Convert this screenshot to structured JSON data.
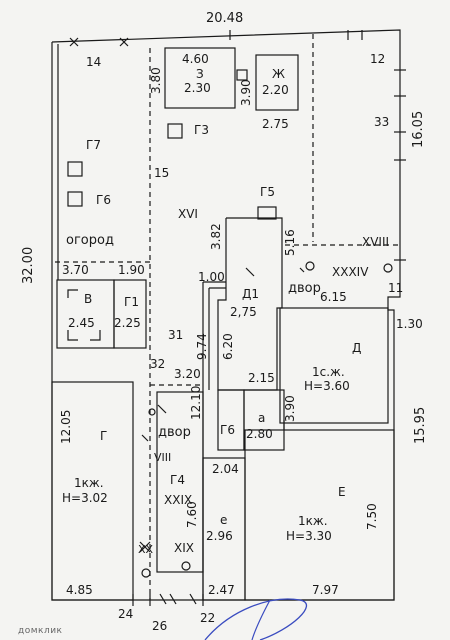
{
  "dims": {
    "top_width": "20.48",
    "left_height": "32.00",
    "right_upper": "16.05",
    "right_lower": "15.95",
    "r_12": "12",
    "r_33": "33",
    "r_11": "11",
    "r_130": "1.30",
    "bottom_485": "4.85",
    "bottom_247": "2.47",
    "bottom_797": "7.97",
    "pt_24": "24",
    "pt_26": "26",
    "pt_22": "22",
    "pt_14": "14"
  },
  "rooms": {
    "z3": {
      "dim_w": "4.60",
      "label": "З",
      "dim_h": "2.30",
      "side": "3.80"
    },
    "zh": {
      "side": "3.90",
      "label": "Ж",
      "dim": "2.20",
      "bottom": "2.75"
    },
    "g3": {
      "label": "Г3"
    },
    "g7": {
      "label": "Г7"
    },
    "g6_top": {
      "label": "Г6"
    },
    "n15": {
      "label": "15"
    },
    "xvi": {
      "label": "XVI"
    },
    "g5": {
      "label": "Г5"
    },
    "ogorod": {
      "label": "огород"
    },
    "d382": {
      "label": "3.82"
    },
    "d516": {
      "label": "5.16"
    },
    "xviii": {
      "label": "XVIII"
    },
    "xxxiv": {
      "label": "XXXIV"
    },
    "dvor_right": {
      "label": "двор",
      "dim": "6.15"
    },
    "d370": {
      "label": "3.70"
    },
    "d190": {
      "label": "1.90"
    },
    "d100": {
      "label": "1.00"
    },
    "v": {
      "label": "В",
      "dim": "2.45"
    },
    "g1": {
      "label": "Г1",
      "dim": "2.25"
    },
    "d1": {
      "label": "Д1",
      "dim": "2,75"
    },
    "n31": {
      "label": "31"
    },
    "d974": {
      "label": "9.74"
    },
    "d620": {
      "label": "6.20"
    },
    "d": {
      "label": "Д",
      "name": "1с.ж.",
      "h": "Н=3.60"
    },
    "n32": {
      "label": "32"
    },
    "d320": {
      "label": "3.20"
    },
    "d1210": {
      "label": "12.10"
    },
    "d215": {
      "label": "2.15"
    },
    "d390": {
      "label": "3.90"
    },
    "g_big": {
      "side": "12.05",
      "label": "Г",
      "name": "1кж.",
      "h": "Н=3.02"
    },
    "dvor_mid": {
      "label": "двор"
    },
    "viii": {
      "label": "VIII"
    },
    "g6_mid": {
      "label": "Г6"
    },
    "a": {
      "label": "а",
      "dim": "2.80"
    },
    "d204": {
      "label": "2.04"
    },
    "g4": {
      "label": "Г4"
    },
    "xxix": {
      "label": "XXIX"
    },
    "xix": {
      "label": "XIX"
    },
    "xx": {
      "label": "XX"
    },
    "d760": {
      "label": "7.60"
    },
    "e_small": {
      "label": "е",
      "dim": "2.96"
    },
    "e_big": {
      "label": "Е",
      "name": "1кж.",
      "h": "Н=3.30",
      "side": "7.50"
    }
  },
  "watermark": "домклик"
}
